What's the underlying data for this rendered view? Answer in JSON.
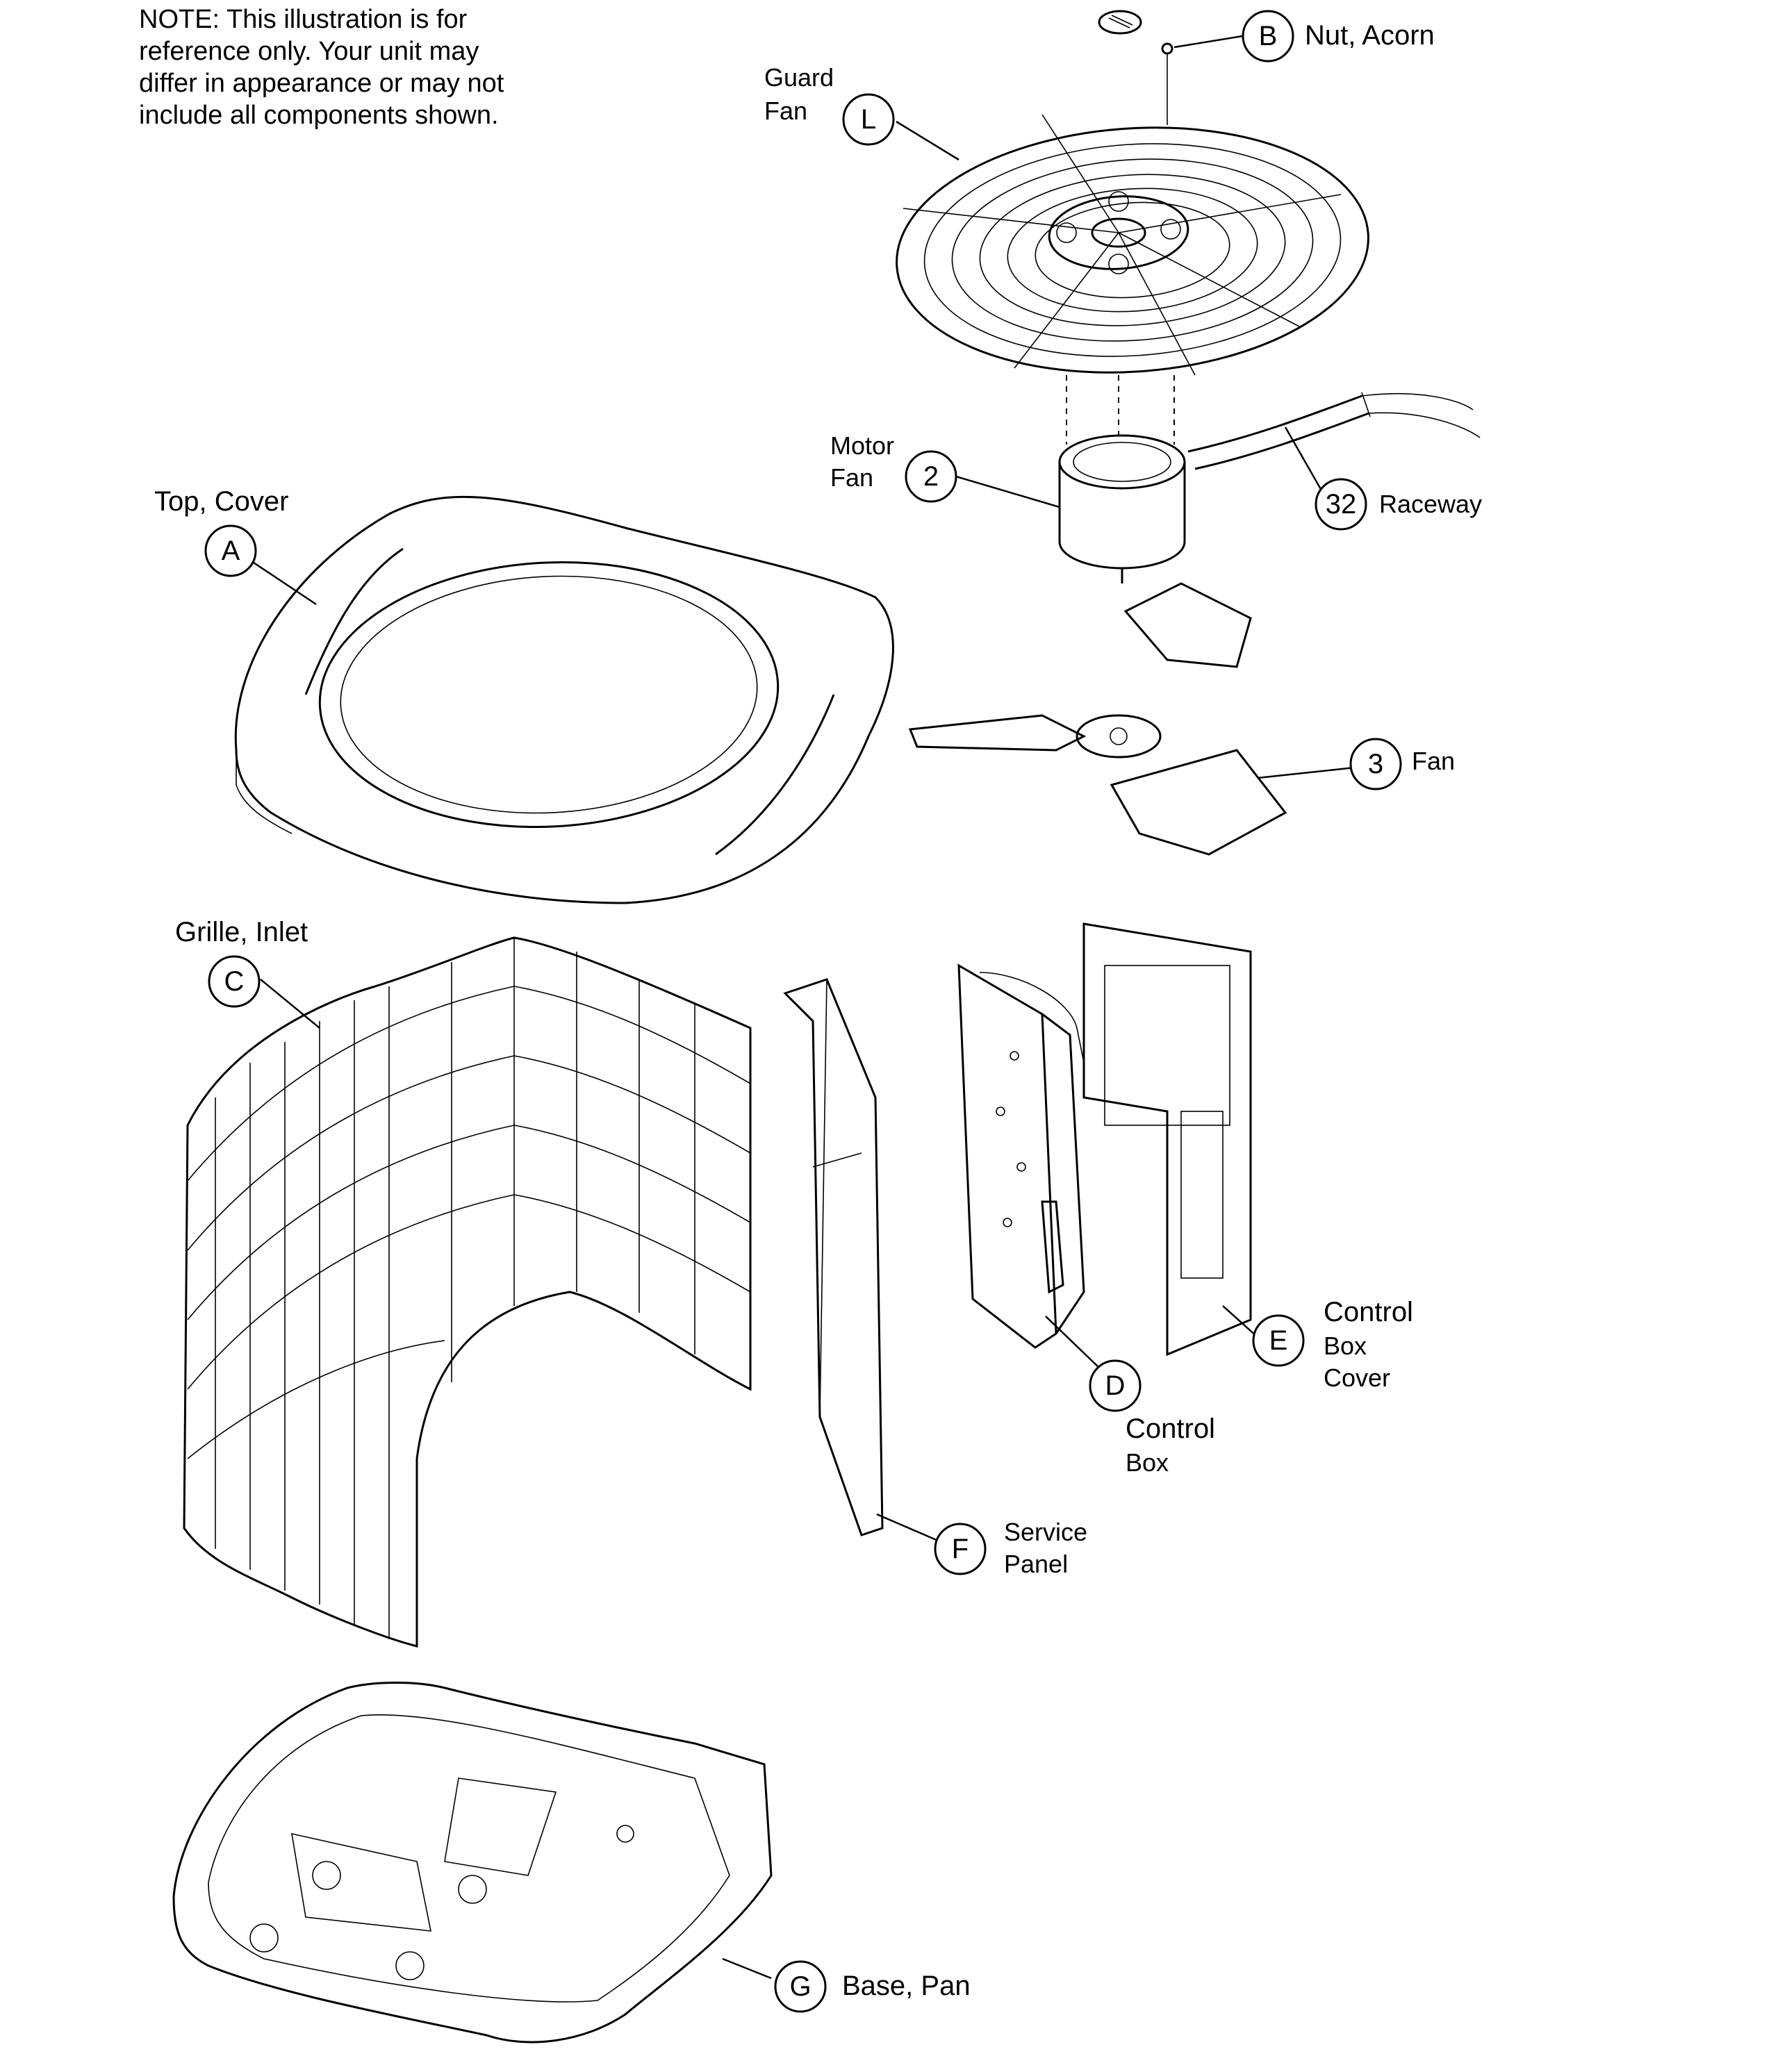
{
  "note": {
    "lines": [
      "NOTE: This illustration is for",
      "reference only. Your unit may",
      "differ in appearance or may not",
      "include all components shown."
    ]
  },
  "callouts": [
    {
      "id": "B",
      "bubble": "B",
      "label": [
        "Nut, Acorn"
      ]
    },
    {
      "id": "L",
      "bubble": "L",
      "label": [
        "Guard",
        "Fan"
      ]
    },
    {
      "id": "2",
      "bubble": "2",
      "label": [
        "Motor",
        "Fan"
      ]
    },
    {
      "id": "32",
      "bubble": "32",
      "label": [
        "Raceway"
      ]
    },
    {
      "id": "A",
      "bubble": "A",
      "label": [
        "Top, Cover"
      ]
    },
    {
      "id": "3",
      "bubble": "3",
      "label": [
        "Fan"
      ]
    },
    {
      "id": "C",
      "bubble": "C",
      "label": [
        "Grille, Inlet"
      ]
    },
    {
      "id": "E",
      "bubble": "E",
      "label": [
        "Control",
        "Box",
        "Cover"
      ]
    },
    {
      "id": "D",
      "bubble": "D",
      "label": [
        "Control",
        "Box"
      ]
    },
    {
      "id": "F",
      "bubble": "F",
      "label": [
        "Service",
        "Panel"
      ]
    },
    {
      "id": "G",
      "bubble": "G",
      "label": [
        "Base, Pan"
      ]
    }
  ]
}
